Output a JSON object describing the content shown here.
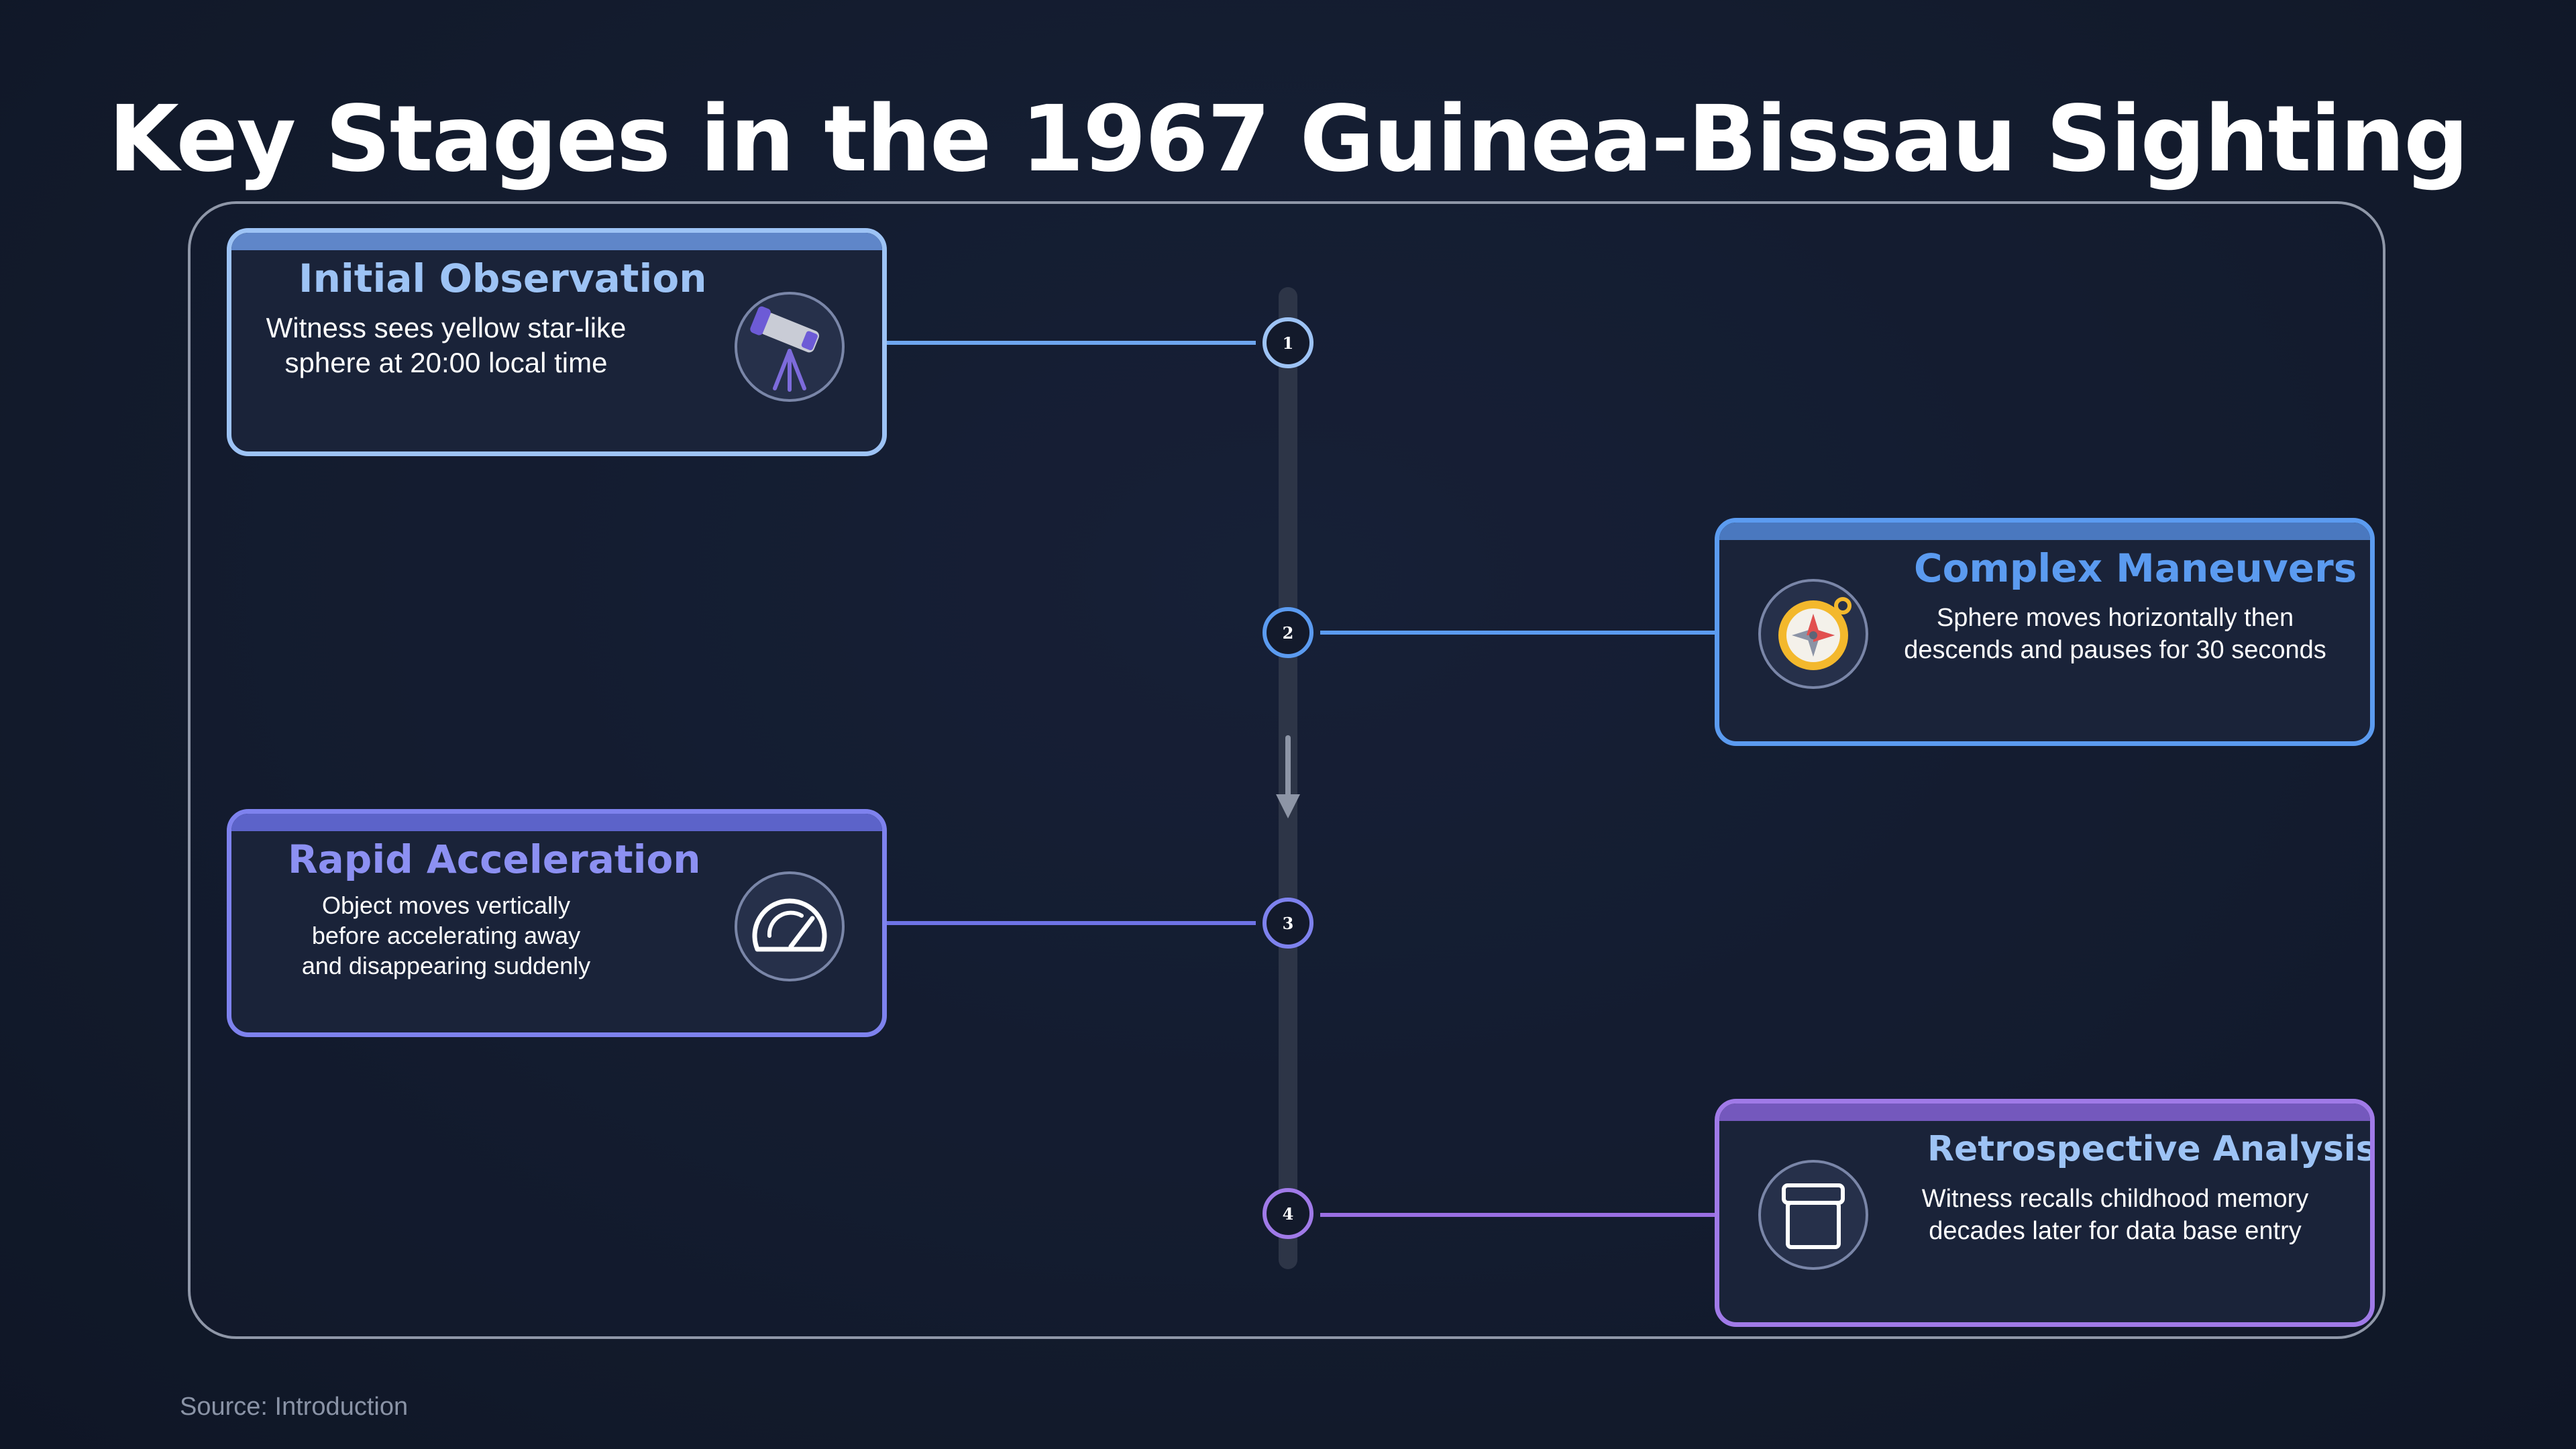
{
  "title": "Key Stages in the 1967 Guinea-Bissau Sighting",
  "stages": [
    {
      "number": "1",
      "heading": "Initial Observation",
      "body": "Witness sees yellow star-like\nsphere at 20:00 local time",
      "icon": "telescope-icon",
      "color": "#9dc3f5"
    },
    {
      "number": "2",
      "heading": "Complex Maneuvers",
      "body": "Sphere moves horizontally then\ndescends and pauses for 30 seconds",
      "icon": "compass-icon",
      "color": "#5b9bf0"
    },
    {
      "number": "3",
      "heading": "Rapid Acceleration",
      "body": "Object moves vertically\nbefore accelerating away\nand disappearing suddenly",
      "icon": "speedometer-icon",
      "color": "#7e82ee"
    },
    {
      "number": "4",
      "heading": "Retrospective Analysis",
      "body": "Witness recalls childhood memory\ndecades later for data base entry",
      "icon": "archive-box-icon",
      "color": "#a07ae8"
    }
  ],
  "source": "Source: Introduction"
}
